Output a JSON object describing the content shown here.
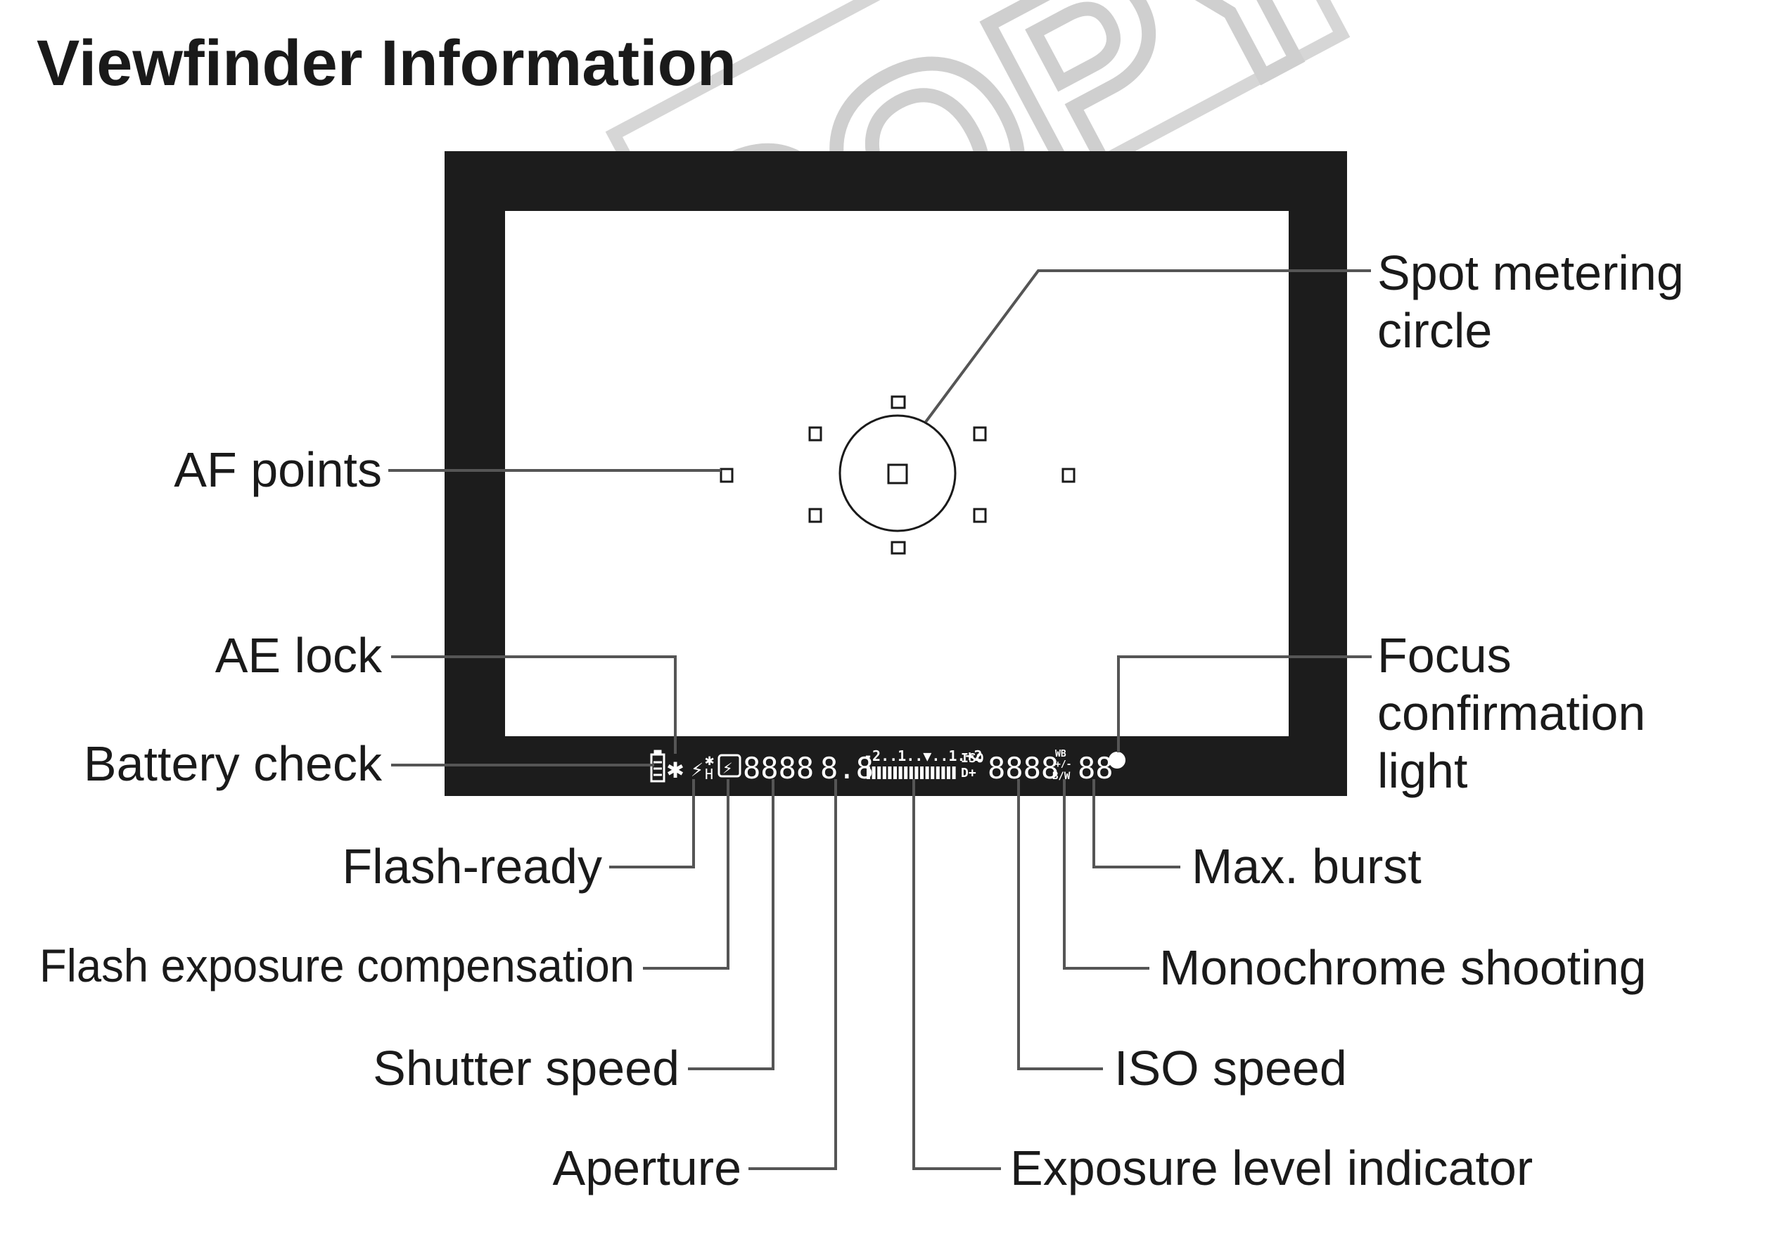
{
  "title": "Viewfinder Information",
  "watermark": "COPY",
  "labels": {
    "spot_metering_line1": "Spot metering",
    "spot_metering_line2": "circle",
    "af_points": "AF points",
    "ae_lock": "AE lock",
    "battery_check": "Battery check",
    "focus_confirm_line1": "Focus",
    "focus_confirm_line2": "confirmation",
    "focus_confirm_line3": "light",
    "flash_ready": "Flash-ready",
    "flash_exposure_comp": "Flash exposure compensation",
    "shutter_speed": "Shutter speed",
    "aperture": "Aperture",
    "max_burst": "Max. burst",
    "monochrome": "Monochrome shooting",
    "iso_speed": "ISO speed",
    "exposure_level": "Exposure level indicator"
  },
  "lcd": {
    "shutter_digits": "8888",
    "aperture_digits": "8.8",
    "exposure_scale": "-2..1..▼..1.+2",
    "iso_label": "ISO",
    "d_plus": "D+",
    "iso_digits": "8888",
    "wb_label": "WB",
    "plus_minus": "+/-",
    "bw_label": "B/W",
    "burst_digits": "88",
    "ae_lock_symbol": "✱",
    "flash_symbol": "⚡",
    "fec_symbol": "⚡",
    "hs_symbol": "✱",
    "hs_letter": "H"
  },
  "colors": {
    "frame": "#1c1c1c",
    "text": "#1a1a1a",
    "leader": "#555555",
    "watermark": "#cfcfcf"
  }
}
